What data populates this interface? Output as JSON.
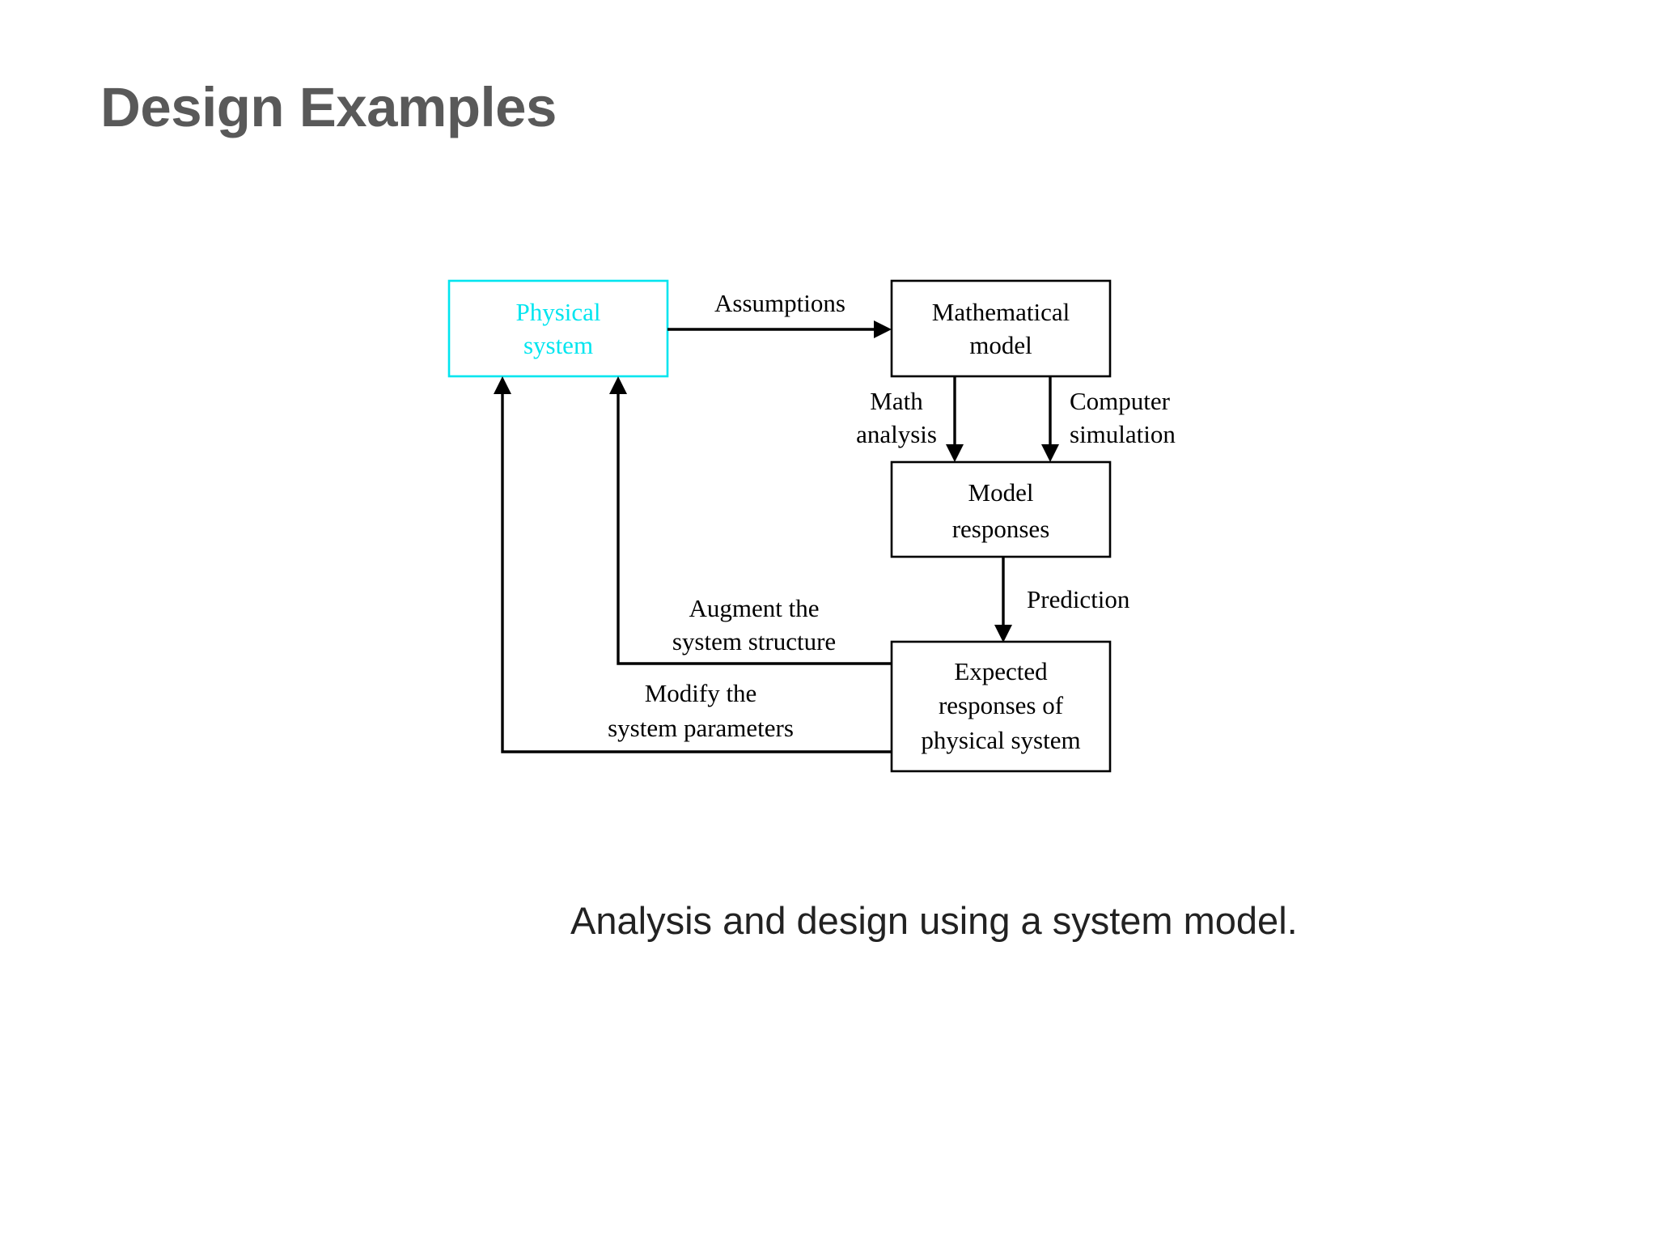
{
  "slide": {
    "title": "Design Examples",
    "caption": "Analysis and design using a system model."
  },
  "colors": {
    "title": "#595959",
    "accent": "#00e5ef",
    "stroke": "#000000"
  },
  "diagram": {
    "nodes": {
      "physical_system": {
        "line1": "Physical",
        "line2": "system"
      },
      "mathematical_model": {
        "line1": "Mathematical",
        "line2": "model"
      },
      "model_responses": {
        "line1": "Model",
        "line2": "responses"
      },
      "expected_responses": {
        "line1": "Expected",
        "line2": "responses of",
        "line3": "physical system"
      }
    },
    "edges": {
      "assumptions": "Assumptions",
      "math_analysis": {
        "line1": "Math",
        "line2": "analysis"
      },
      "computer_simulation": {
        "line1": "Computer",
        "line2": "simulation"
      },
      "prediction": "Prediction",
      "augment": {
        "line1": "Augment the",
        "line2": "system structure"
      },
      "modify": {
        "line1": "Modify the",
        "line2": "system parameters"
      }
    }
  }
}
